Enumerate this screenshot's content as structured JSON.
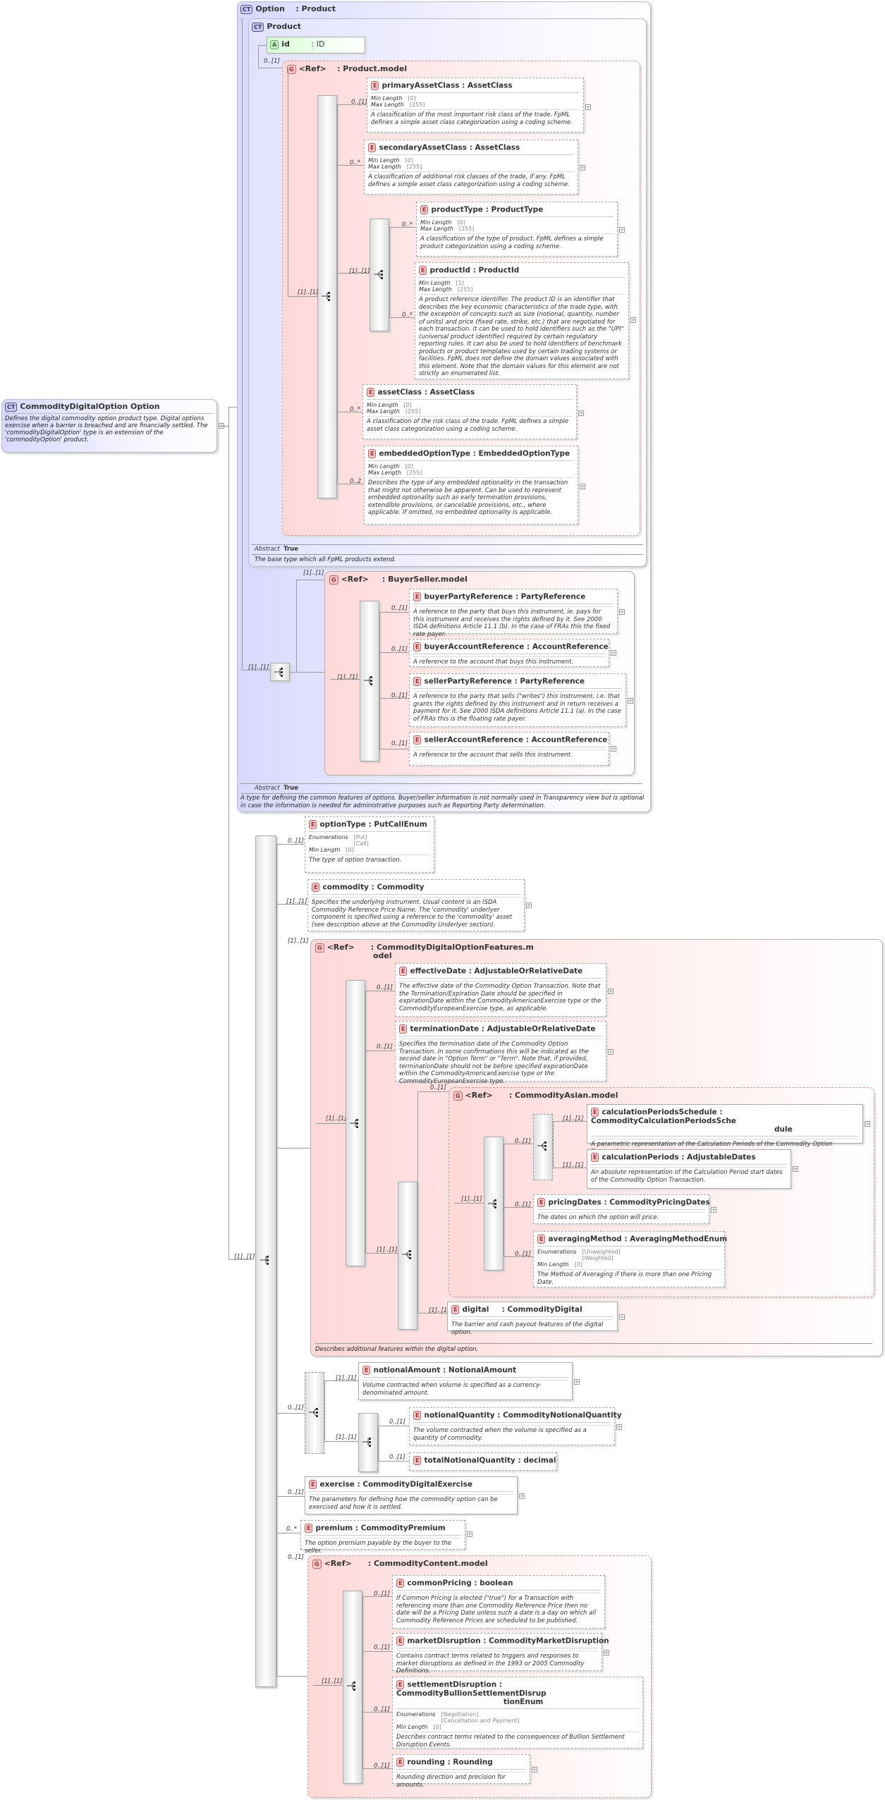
{
  "root": {
    "name": "CommodityDigitalOption",
    "type": "Option",
    "badge": "CT",
    "desc": "Defines the digital commodity option product type. Digital options exercise when a barrier is breached and are financially settled. The 'commodityDigitalOption' type is an extension of the 'commodityOption' product."
  },
  "option": {
    "badge": "CT",
    "name": "Option",
    "type": ": Product",
    "abstract_label": "Abstract",
    "abstract_value": "True",
    "desc": "A type for defining the common features of options. Buyer/seller information is not normally used in Transparency view but is optional in case the information is needed for administrative purposes such as Reporting Party determination."
  },
  "product": {
    "badge": "CT",
    "name": "Product",
    "abstract_label": "Abstract",
    "abstract_value": "True",
    "desc": "The base type which all FpML products extend.",
    "attr": {
      "badge": "A",
      "name": "id",
      "type": ": ID"
    },
    "attr_card": "0..[1]",
    "group": {
      "badge": "G",
      "ref": "<Ref>",
      "name": ": Product.model"
    },
    "seq_card": "[1]..[1]",
    "choice_card": "[1]..[1]"
  },
  "common": {
    "badge_e": "E",
    "min_length": "Min Length",
    "max_length": "Max Length",
    "enumerations": "Enumerations"
  },
  "product_elems": [
    {
      "name": "primaryAssetClass",
      "type": ": AssetClass",
      "card": "0..[1]",
      "min": "[0]",
      "max": "[255]",
      "desc": "A classification of the most important risk class of the trade. FpML defines a simple asset class categorization using a coding scheme."
    },
    {
      "name": "secondaryAssetClass",
      "type": ": AssetClass",
      "card": "0..*",
      "min": "[0]",
      "max": "[255]",
      "desc": "A classification of additional risk classes of the trade, if any. FpML defines a simple asset class categorization using a coding scheme."
    },
    {
      "name": "productType",
      "type": ": ProductType",
      "card": "0..*",
      "min": "[0]",
      "max": "[255]",
      "desc": "A classification of the type of product. FpML defines a simple product categorization using a coding scheme."
    },
    {
      "name": "productId",
      "type": ": ProductId",
      "card": "0..*",
      "min": "[1]",
      "max": "[255]",
      "desc": "A product reference identifier. The product ID is an identifier that describes the key economic characteristics of the trade type, with the exception of concepts such as size (notional, quantity, number of units) and price (fixed rate, strike, etc.) that are negotiated for each transaction. It can be used to hold identifiers such as the \"UPI\" (universal product identifier) required by certain regulatory reporting rules. It can also be used to hold identifiers of benchmark products or product templates used by certain trading systems or facilities. FpML does not define the domain values associated with this element. Note that the domain values for this element are not strictly an enumerated list."
    },
    {
      "name": "assetClass",
      "type": ": AssetClass",
      "card": "0..*",
      "min": "[0]",
      "max": "[255]",
      "desc": "A classification of the risk class of the trade. FpML defines a simple asset class categorization using a coding scheme."
    },
    {
      "name": "embeddedOptionType",
      "type": ": EmbeddedOptionType",
      "card": "0..2",
      "min": "[0]",
      "max": "[255]",
      "desc": "Describes the type of any embedded optionality in the transaction that might not otherwise be apparent. Can be used to represent embedded optionality such as early termination provisions, extendible provisions, or cancelable provisions, etc., where applicable. If omitted, no embedded optionality is applicable."
    }
  ],
  "buyer_seller": {
    "group_card": "[1]..[1]",
    "seq_card": "[1]..[1]",
    "outer_card": "[1]..[1]",
    "ref": "<Ref>",
    "name": ": BuyerSeller.model",
    "elems": [
      {
        "name": "buyerPartyReference",
        "type": ": PartyReference",
        "card": "0..[1]",
        "desc": "A reference to the party that buys this instrument, ie. pays for this instrument and receives the rights defined by it. See 2000 ISDA definitions Article 11.1 (b). In the case of FRAs this the fixed rate payer."
      },
      {
        "name": "buyerAccountReference",
        "type": ": AccountReference",
        "card": "0..[1]",
        "desc": "A reference to the account that buys this instrument."
      },
      {
        "name": "sellerPartyReference",
        "type": ": PartyReference",
        "card": "0..[1]",
        "desc": "A reference to the party that sells (\"writes\") this instrument, i.e. that grants the rights defined by this instrument and in return receives a payment for it. See 2000 ISDA definitions Article 11.1 (a). In the case of FRAs this is the floating rate payer."
      },
      {
        "name": "sellerAccountReference",
        "type": ": AccountReference",
        "card": "0..[1]",
        "desc": "A reference to the account that sells this instrument."
      }
    ]
  },
  "ext": {
    "seq_card": "[1]..[1]",
    "optionType": {
      "name": "optionType",
      "type": ": PutCallEnum",
      "card": "0..[1]",
      "enums": "[Put]\n[Call]",
      "min": "[0]",
      "desc": "The type of option transaction."
    },
    "commodity": {
      "name": "commodity",
      "type": ": Commodity",
      "card": "[1]..[1]",
      "desc": "Specifies the underlying instrument. Usual content is an ISDA Commodity Reference Price Name. The 'commodity' underlyer component is specified using a reference to the 'commodity' asset (see description above at the Commodity Underlyer section)."
    },
    "features": {
      "card": "[1]..[1]",
      "ref": "<Ref>",
      "name": ": CommodityDigitalOptionFeatures.m",
      "name2": "odel",
      "seq_card": "[1]..[1]",
      "desc": "Describes additional features within the digital option.",
      "effectiveDate": {
        "name": "effectiveDate",
        "type": ": AdjustableOrRelativeDate",
        "card": "0..[1]",
        "desc": "The effective date of the Commodity Option Transaction. Note that the Termination/Expiration Date should be specified in expirationDate within the CommodityAmericanExercise type or the CommodityEuropeanExercise type, as applicable."
      },
      "terminationDate": {
        "name": "terminationDate",
        "type": ": AdjustableOrRelativeDate",
        "card": "0..[1]",
        "desc": "Specifies the termination date of the Commodity Option Transaction. In some confirmations this will be indicated as the second date in \"Option Term\" or \"Term\". Note that, if provided, terminationDate should not be before specified expirationDate within the CommodityAmericanExercise type or the CommodityEuropeanExercise type."
      },
      "inner_seq_card": "[1]..[1]",
      "asian": {
        "card": "0..[1]",
        "ref": "<Ref>",
        "name": ": CommodityAsian.model",
        "seq_card": "[1]..[1]",
        "choice_card": "0..[1]",
        "calcSchedule": {
          "name": "calculationPeriodsSchedule",
          "type": ": CommodityCalculationPeriodsSche",
          "type2": "dule",
          "card": "[1]..[1]",
          "desc": "A parametric representation of the Calculation Periods of the Commodity Option Transaction."
        },
        "calcPeriods": {
          "name": "calculationPeriods",
          "type": ": AdjustableDates",
          "card": "[1]..[1]",
          "desc": "An absolute representation of the Calculation Period start dates of the Commodity Option Transaction."
        },
        "pricingDates": {
          "name": "pricingDates",
          "type": ": CommodityPricingDates",
          "card": "0..[1]",
          "desc": "The dates on which the option will price."
        },
        "averagingMethod": {
          "name": "averagingMethod",
          "type": ": AveragingMethodEnum",
          "card": "0..[1]",
          "enums": "[Unweighted]\n[Weighted]",
          "min": "[0]",
          "desc": "The Method of Averaging if there is more than one Pricing Date."
        }
      },
      "digital": {
        "name": "digital",
        "type": ": CommodityDigital",
        "card": "[1]..[1]",
        "desc": "The barrier and cash payout features of the digital option."
      }
    },
    "notional_choice_card": "0..[1]",
    "notionalAmount": {
      "name": "notionalAmount",
      "type": ": NotionalAmount",
      "card": "[1]..[1]",
      "desc": "Volume contracted when volume is specified as a currency-denominated amount."
    },
    "notional_seq_card": "[1]..[1]",
    "notionalQuantity": {
      "name": "notionalQuantity",
      "type": ": CommodityNotionalQuantity",
      "card": "0..[1]",
      "desc": "The volume contracted when the volume is specified as a quantity of commodity."
    },
    "totalNotionalQuantity": {
      "name": "totalNotionalQuantity",
      "type": ": decimal",
      "card": "0..[1]"
    },
    "exercise": {
      "name": "exercise",
      "type": ": CommodityDigitalExercise",
      "card": "0..[1]",
      "desc": "The parameters for defining how the commodity option can be exercised and how it is settled."
    },
    "premium": {
      "name": "premium",
      "type": ": CommodityPremium",
      "card": "0..*",
      "desc": "The option premium payable by the buyer to the seller."
    },
    "content": {
      "card": "0..[1]",
      "ref": "<Ref>",
      "name": ": CommodityContent.model",
      "seq_card": "[1]..[1]",
      "commonPricing": {
        "name": "commonPricing",
        "type": ": boolean",
        "card": "0..[1]",
        "desc": "If Common Pricing is elected (\"true\") for a Transaction with referencing more than one Commodity Reference Price then no date will be a Pricing Date unless such a date is a day on which all Commodity Reference Prices are scheduled to be published."
      },
      "marketDisruption": {
        "name": "marketDisruption",
        "type": ": CommodityMarketDisruption",
        "card": "0..[1]",
        "desc": "Contains contract terms related to triggers and responses to market disruptions as defined in the 1993 or 2005 Commodity Definitions."
      },
      "settlementDisruption": {
        "name": "settlementDisruption",
        "type": ": CommodityBullionSettlementDisrup",
        "type2": "tionEnum",
        "card": "0..[1]",
        "enums": "[Negotiation]\n[Cancellation and Payment]",
        "min": "[0]",
        "desc": "Describes contract terms related to the consequences of Bullion Settlement Disruption Events."
      },
      "rounding": {
        "name": "rounding",
        "type": ": Rounding",
        "card": "0..[1]",
        "desc": "Rounding direction and precision for amounts."
      }
    }
  }
}
